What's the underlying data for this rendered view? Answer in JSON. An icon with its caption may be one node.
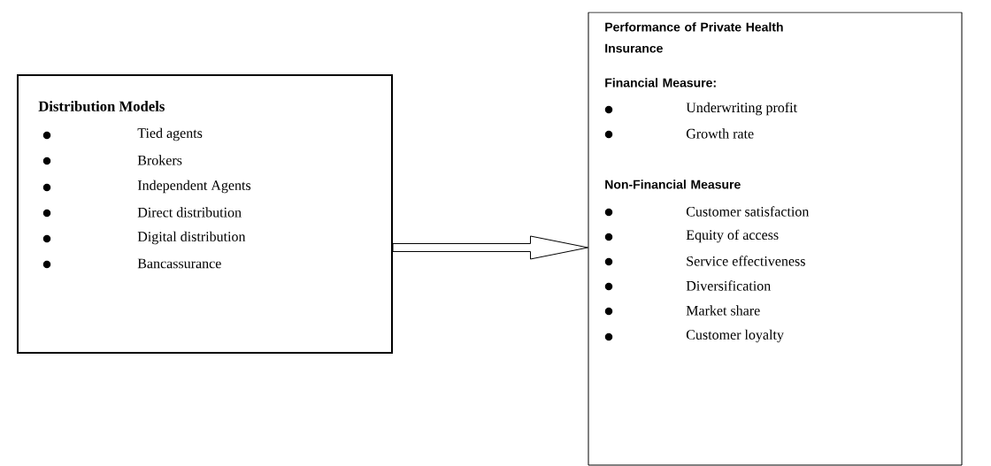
{
  "diagram": {
    "nodes": [
      {
        "text": [
          "Distribution Models",
          "Tied agents",
          "Brokers",
          "Independent Agents",
          "Direct distribution",
          "Digital distribution",
          "Bancassurance"
        ]
      },
      {
        "text": [
          "Performance of Private Health Insurance",
          "Financial Measure:",
          "Underwriting profit",
          "Growth rate",
          "Non-Financial Measure",
          "Customer satisfaction",
          "Equity of access",
          "Service effectiveness",
          "Diversification",
          "Market share",
          "Customer loyalty"
        ]
      }
    ],
    "edges": [
      {
        "from": 0,
        "to": 1,
        "arrow": "to"
      }
    ]
  }
}
